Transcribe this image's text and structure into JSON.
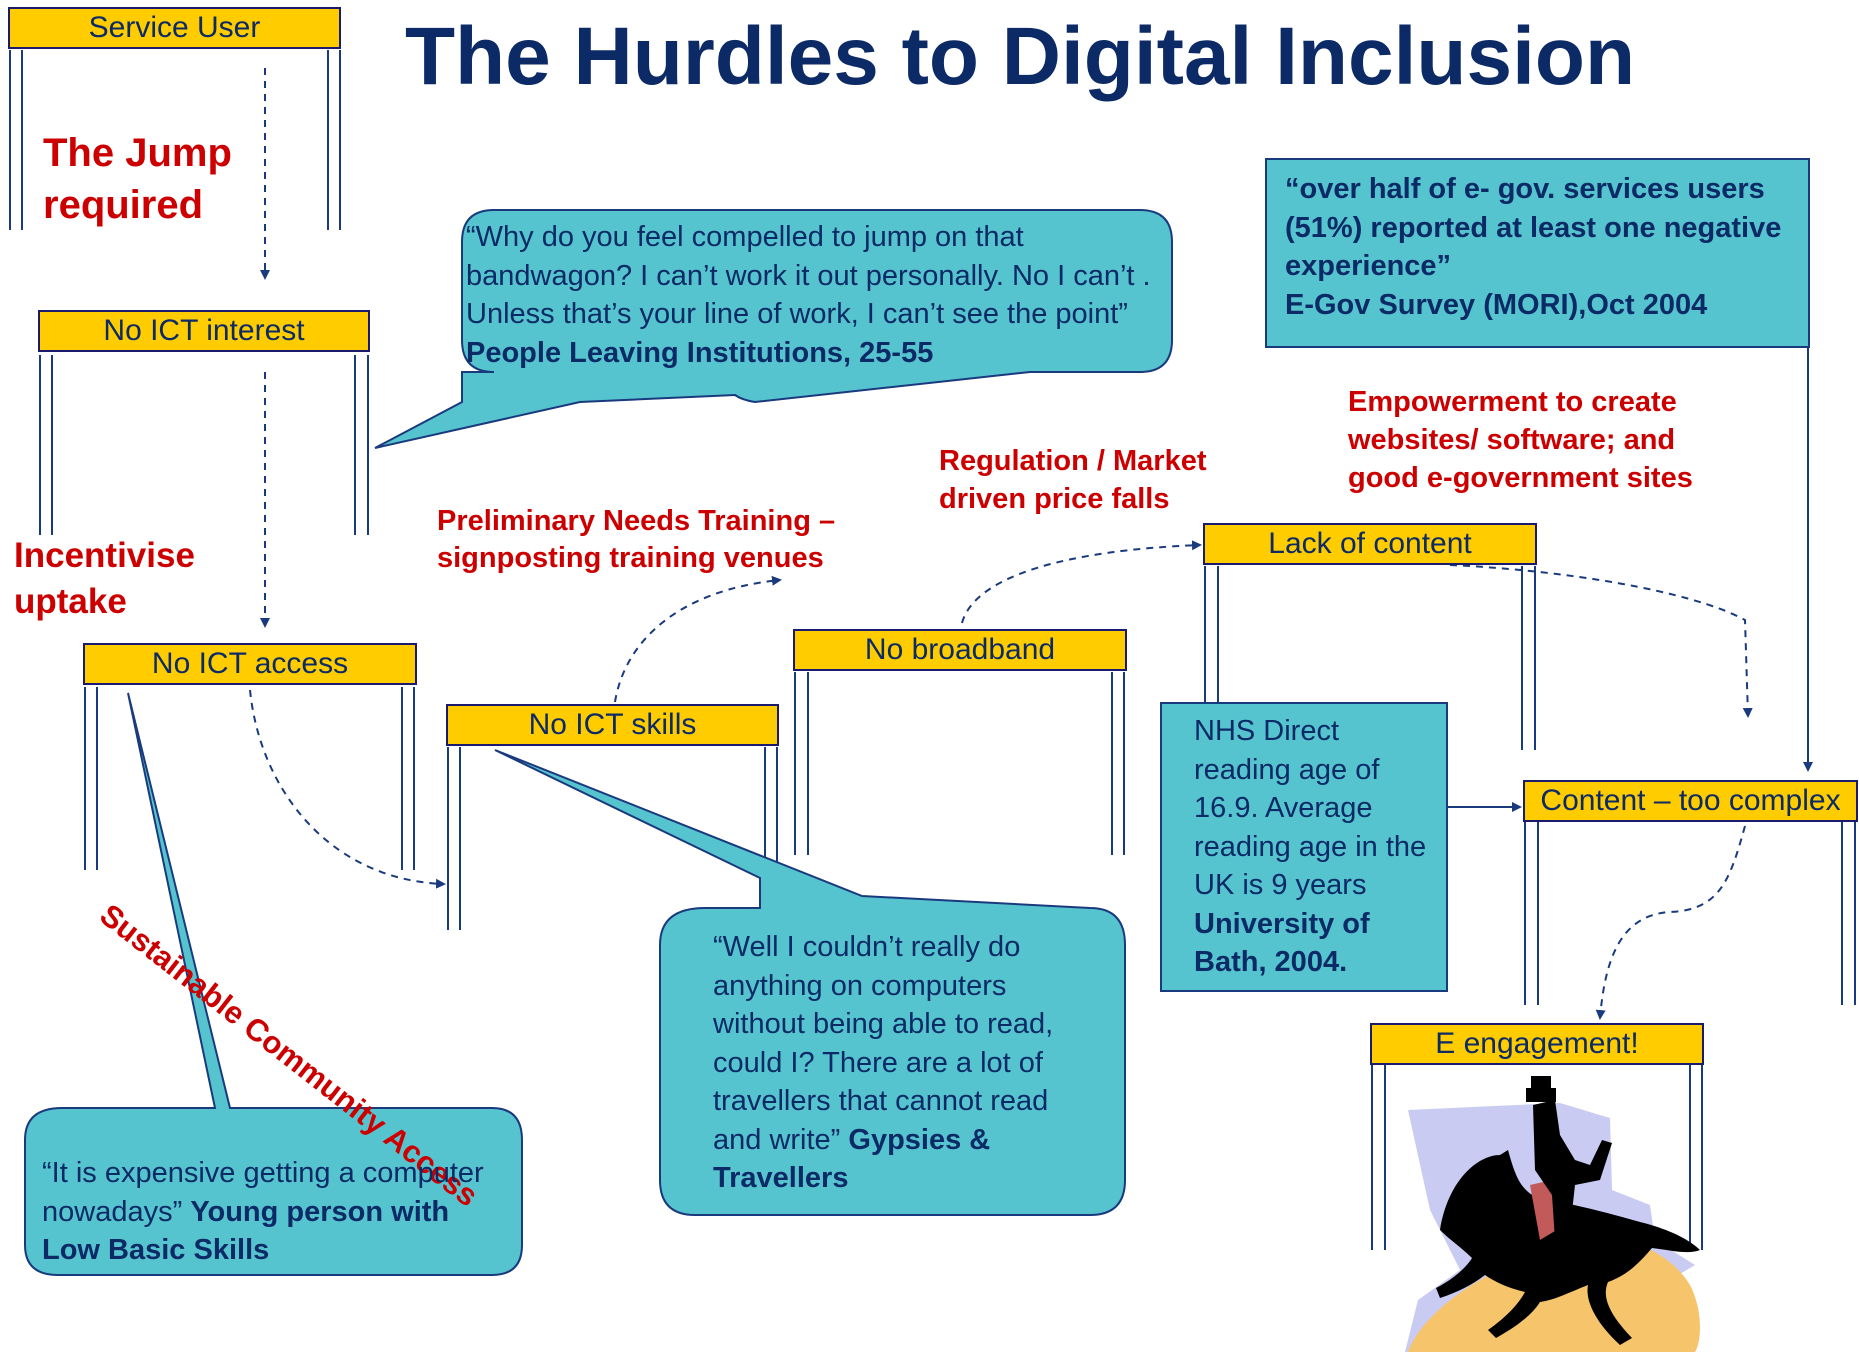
{
  "title": "The Hurdles to Digital Inclusion",
  "gateways": {
    "service_user": "Service User",
    "no_ict_interest": "No ICT interest",
    "no_ict_access": "No ICT access",
    "no_ict_skills": "No ICT skills",
    "no_broadband": "No broadband",
    "lack_of_content": "Lack of content",
    "content_too_complex": "Content – too complex",
    "e_engagement": "E engagement!"
  },
  "labels": {
    "the_jump": "The Jump required",
    "incentivise": "Incentivise uptake",
    "sustainable": "Sustainable Community Access",
    "preliminary": "Preliminary Needs Training – signposting training venues",
    "regulation": "Regulation / Market driven price falls",
    "empowerment": "Empowerment to create websites/ software; and good e-government sites"
  },
  "quotes": {
    "people_leaving": {
      "text": "“Why do you feel compelled to jump on that bandwagon?  I can’t work it out personally.  No I can’t .  Unless that’s your line of work, I can’t see the point”",
      "source": "People Leaving Institutions, 25-55"
    },
    "young_person": {
      "text": "“It is expensive getting a computer nowadays”",
      "source": "Young person with Low Basic Skills"
    },
    "gypsies": {
      "text": "“Well I couldn’t really do anything on computers without being able to read, could I?  There are a lot of travellers that cannot read and write”",
      "source": "Gypsies & Travellers"
    },
    "egov_survey": {
      "text": "“over half of e- gov. services users (51%) reported at least one negative experience”",
      "source": "E-Gov Survey (MORI),Oct 2004"
    },
    "nhs": {
      "text": "NHS Direct reading age of 16.9. Average reading age in the UK is 9 years",
      "source": "University of Bath, 2004."
    }
  },
  "image": {
    "icon": "horse-rider-icon"
  },
  "colors": {
    "title": "#0c2a66",
    "gateway_fill": "#ffcc00",
    "callout_fill": "#56c4cf",
    "label_red": "#cc0000",
    "arrow": "#1a3a7e"
  }
}
